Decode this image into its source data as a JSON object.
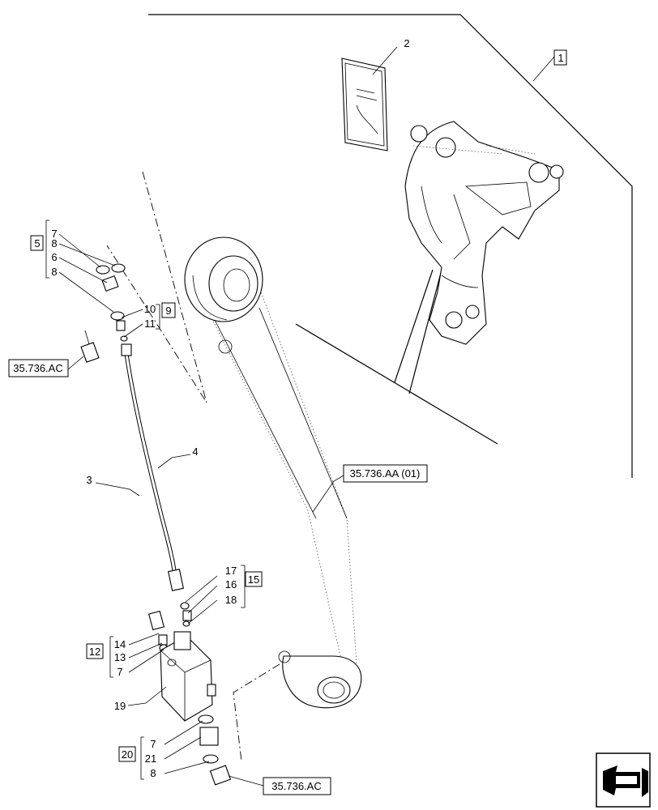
{
  "callouts": {
    "c1": "1",
    "c2": "2",
    "c3": "3",
    "c4": "4",
    "c5": "5",
    "c6": "6",
    "c7a": "7",
    "c8a": "8",
    "c8b": "8",
    "c9": "9",
    "c10": "10",
    "c11": "11",
    "c12": "12",
    "c13": "13",
    "c14": "14",
    "c7b": "7",
    "c15": "15",
    "c16": "16",
    "c17": "17",
    "c18": "18",
    "c19": "19",
    "c20": "20",
    "c21": "21",
    "c7c": "7",
    "c8c": "8"
  },
  "references": {
    "ref_ac_left": "35.736.AC",
    "ref_aa": "35.736.AA (01)",
    "ref_ac_bottom": "35.736.AC"
  },
  "icons": {
    "nav": "arrow-left-icon"
  }
}
